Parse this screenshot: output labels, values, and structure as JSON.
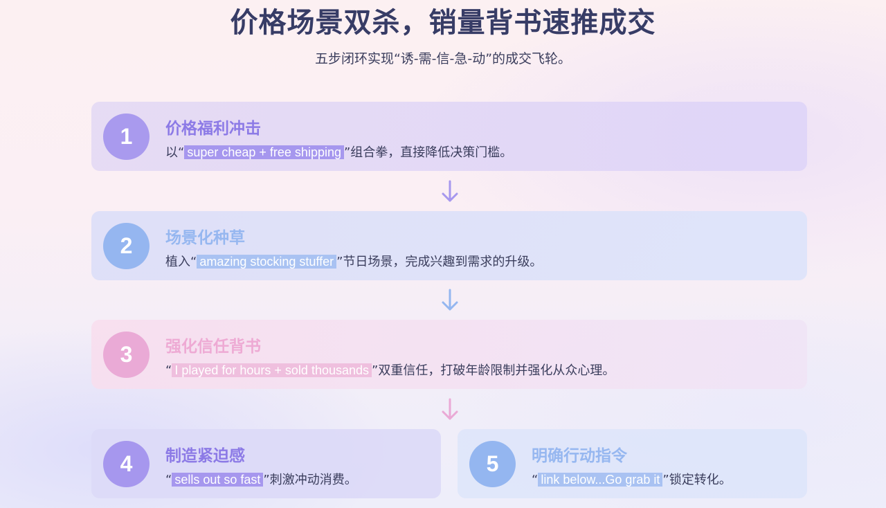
{
  "header": {
    "title": "价格场景双杀，销量背书速推成交",
    "subtitle": "五步闭环实现“诱-需-信-急-动”的成交飞轮。"
  },
  "colors": {
    "purple": "#a697ee",
    "purple_title": "#8c7ae6",
    "blue": "#94b6f0",
    "blue_title": "#96b7f0",
    "pink": "#eaa9d6",
    "pink_title": "#eeaad4",
    "text_dark": "#373c66"
  },
  "steps": [
    {
      "number": "1",
      "title": "价格福利冲击",
      "prefix": "以“",
      "highlight": "super cheap + free shipping",
      "suffix": "”组合拳，直接降低决策门槛。"
    },
    {
      "number": "2",
      "title": "场景化种草",
      "prefix": "植入“",
      "highlight": "amazing stocking stuffer",
      "suffix": "”节日场景，完成兴趣到需求的升级。"
    },
    {
      "number": "3",
      "title": "强化信任背书",
      "prefix": "“",
      "highlight": "I played for hours + sold thousands",
      "suffix": "”双重信任，打破年龄限制并强化从众心理。"
    },
    {
      "number": "4",
      "title": "制造紧迫感",
      "prefix": "“",
      "highlight": "sells out so fast",
      "suffix": "”刺激冲动消费。"
    },
    {
      "number": "5",
      "title": "明确行动指令",
      "prefix": "“",
      "highlight": "link below...Go grab it",
      "suffix": "”锁定转化。"
    }
  ],
  "arrows": [
    {
      "icon": "arrow-down-icon",
      "color": "#a697ee"
    },
    {
      "icon": "arrow-down-icon",
      "color": "#94b6f0"
    },
    {
      "icon": "arrow-down-icon",
      "color": "#eaa9d6"
    }
  ]
}
